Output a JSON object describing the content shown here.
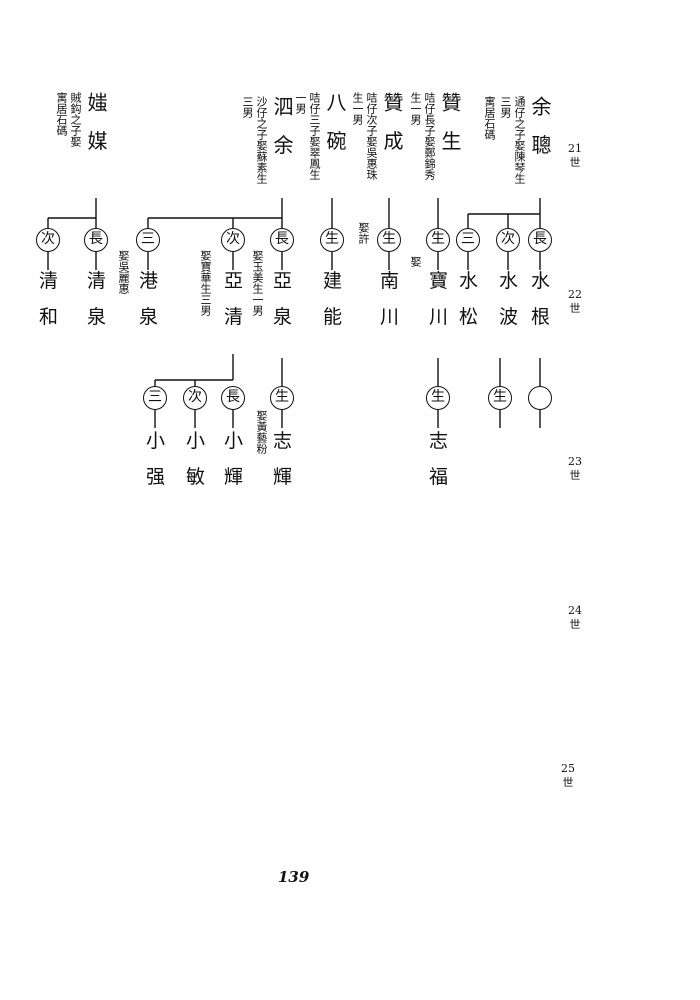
{
  "page_number": "139",
  "generations": [
    {
      "num": "21",
      "label": "世"
    },
    {
      "num": "22",
      "label": "世"
    },
    {
      "num": "23",
      "label": "世"
    },
    {
      "num": "24",
      "label": "世"
    },
    {
      "num": "25",
      "label": "世"
    }
  ],
  "gen21": [
    {
      "name": "余 聰",
      "note1": "通仔之子娶陳琴生",
      "note2": "三男",
      "note3": "寓居石碼"
    },
    {
      "name": "贊 生",
      "note1": "咭仔長子娶鄭錦秀",
      "note2": "生一男"
    },
    {
      "name": "贊 成",
      "note1": "咭仔次子娶吳惠珠",
      "note2": "生一男"
    },
    {
      "name": "八 碗",
      "note1": "咭仔三子娶翠鳳生",
      "note2": "一男"
    },
    {
      "name": "泗 余",
      "note1": "沙仔之子娶蘇素生",
      "note2": "三男"
    },
    {
      "name": "媸 媒",
      "note1": "賊鈎之子娶",
      "note2": "寓居石碼"
    }
  ],
  "gen22": [
    {
      "badge": "長",
      "name": "水",
      "name2": "根"
    },
    {
      "badge": "次",
      "name": "水",
      "name2": "波"
    },
    {
      "badge": "三",
      "name": "水",
      "name2": "松"
    },
    {
      "badge": "生",
      "name": "寶",
      "name2": "川",
      "note": "娶"
    },
    {
      "badge": "生",
      "name": "南",
      "name2": "川",
      "note": "娶許"
    },
    {
      "badge": "生",
      "name": "建",
      "name2": "能"
    },
    {
      "badge": "長",
      "name": "亞",
      "name2": "泉",
      "note": "娶玉美生一男"
    },
    {
      "badge": "次",
      "name": "亞",
      "name2": "清",
      "note": "娶寶華生三男"
    },
    {
      "badge": "三",
      "name": "港",
      "name2": "泉",
      "note": "娶吳麗惠"
    },
    {
      "badge": "長",
      "name": "清",
      "name2": "泉"
    },
    {
      "badge": "次",
      "name": "清",
      "name2": "和"
    }
  ],
  "gen23": [
    {
      "badge": "",
      "name": "",
      "name2": ""
    },
    {
      "badge": "生",
      "name": "",
      "name2": ""
    },
    {
      "badge": "生",
      "name": "志",
      "name2": "福"
    },
    {
      "badge": "生",
      "name": "志",
      "name2": "輝",
      "note": "娶黃藝粉"
    },
    {
      "badge": "長",
      "name": "小",
      "name2": "輝"
    },
    {
      "badge": "次",
      "name": "小",
      "name2": "敏"
    },
    {
      "badge": "三",
      "name": "小",
      "name2": "强"
    }
  ]
}
